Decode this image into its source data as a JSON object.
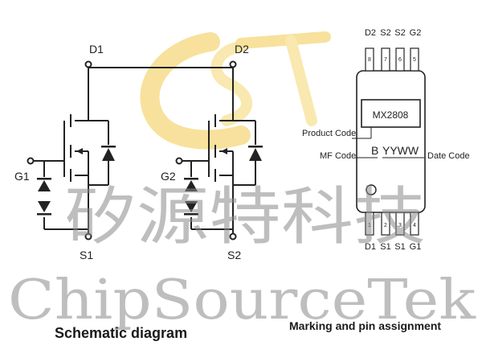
{
  "schematic": {
    "d1": "D1",
    "d2": "D2",
    "g1": "G1",
    "g2": "G2",
    "s1": "S1",
    "s2": "S2",
    "caption": "Schematic diagram"
  },
  "marking": {
    "top_pins": [
      "D2",
      "S2",
      "S2",
      "G2"
    ],
    "top_pin_numbers": [
      "8",
      "7",
      "6",
      "5"
    ],
    "bottom_pins": [
      "D1",
      "S1",
      "S1",
      "G1"
    ],
    "bottom_pin_numbers": [
      "1",
      "2",
      "3",
      "4"
    ],
    "part_number": "MX2808",
    "product_code_label": "Product Code",
    "mf_code_label": "MF Code",
    "date_code_label": "Date Code",
    "mf_code": "B",
    "date_code": "YYWW",
    "caption": "Marking and pin assignment"
  },
  "watermark": {
    "chinese": "矽源特科技",
    "english": "ChipSourceTek",
    "logo": "CST"
  }
}
